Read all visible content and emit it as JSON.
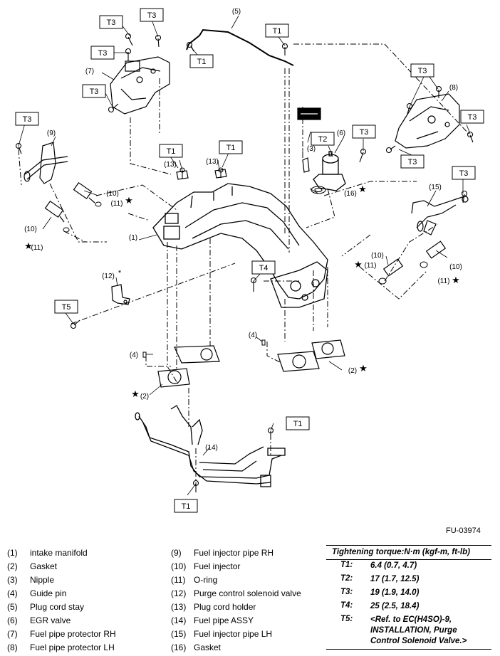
{
  "callouts": {
    "t1": "T1",
    "t2": "T2",
    "t3": "T3",
    "t4": "T4",
    "t5": "T5"
  },
  "part_markers": {
    "p1": "(1)",
    "p2": "(2)",
    "p3": "(3)",
    "p4": "(4)",
    "p5": "(5)",
    "p6": "(6)",
    "p7": "(7)",
    "p8": "(8)",
    "p9": "(9)",
    "p10": "(10)",
    "p11": "(11)",
    "p12": "(12)",
    "p13": "(13)",
    "p14": "(14)",
    "p15": "(15)",
    "p16": "(16)",
    "star": "★",
    "asterisk": "*"
  },
  "figure_id": "FU-03974",
  "legend": {
    "left": [
      {
        "num": "(1)",
        "label": "intake manifold"
      },
      {
        "num": "(2)",
        "label": "Gasket"
      },
      {
        "num": "(3)",
        "label": "Nipple"
      },
      {
        "num": "(4)",
        "label": "Guide pin"
      },
      {
        "num": "(5)",
        "label": "Plug cord stay"
      },
      {
        "num": "(6)",
        "label": "EGR valve"
      },
      {
        "num": "(7)",
        "label": "Fuel pipe protector RH"
      },
      {
        "num": "(8)",
        "label": "Fuel pipe protector LH"
      }
    ],
    "middle": [
      {
        "num": "(9)",
        "label": "Fuel injector pipe RH"
      },
      {
        "num": "(10)",
        "label": "Fuel injector"
      },
      {
        "num": "(11)",
        "label": "O-ring"
      },
      {
        "num": "(12)",
        "label": "Purge control solenoid valve"
      },
      {
        "num": "(13)",
        "label": "Plug cord holder"
      },
      {
        "num": "(14)",
        "label": "Fuel pipe ASSY"
      },
      {
        "num": "(15)",
        "label": "Fuel injector pipe LH"
      },
      {
        "num": "(16)",
        "label": "Gasket"
      }
    ]
  },
  "torque": {
    "heading": "Tightening torque:N·m (kgf-m, ft-lb)",
    "rows": [
      {
        "key": "T1:",
        "value": "6.4 (0.7, 4.7)"
      },
      {
        "key": "T2:",
        "value": "17 (1.7, 12.5)"
      },
      {
        "key": "T3:",
        "value": "19 (1.9, 14.0)"
      },
      {
        "key": "T4:",
        "value": "25 (2.5, 18.4)"
      },
      {
        "key": "T5:",
        "value": "<Ref. to EC(H4SO)-9, INSTALLATION, Purge Control Solenoid Valve.>"
      }
    ]
  }
}
